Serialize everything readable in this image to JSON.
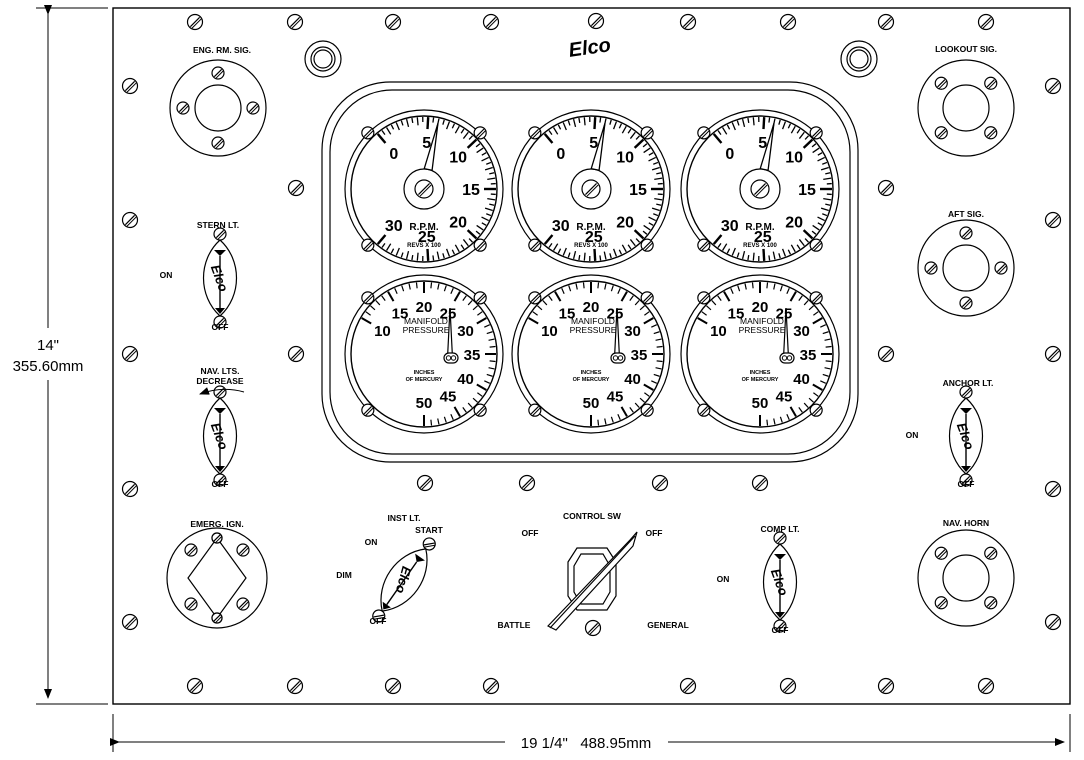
{
  "dimensions": {
    "height_inches": "14\"",
    "height_mm": "355.60mm",
    "width_label": "19 1/4\"   488.95mm"
  },
  "brand": {
    "logo": "Elco"
  },
  "labels": {
    "eng_rm_sig": "ENG. RM. SIG.",
    "lookout_sig": "LOOKOUT SIG.",
    "aft_sig": "AFT SIG.",
    "nav_horn": "NAV. HORN",
    "emerg_ign": "EMERG. IGN.",
    "stern_lt": "STERN LT.",
    "stern_on": "ON",
    "stern_off": "OFF",
    "nav_lts": "NAV. LTS.",
    "nav_decrease": "DECREASE",
    "nav_off": "OFF",
    "anchor_lt": "ANCHOR LT.",
    "anchor_on": "ON",
    "anchor_off": "OFF",
    "inst_lt": "INST LT.",
    "inst_start": "START",
    "inst_on": "ON",
    "inst_dim": "DIM",
    "inst_off": "OFF",
    "control_sw": "CONTROL SW",
    "control_off_left": "OFF",
    "control_off_right": "OFF",
    "control_battle": "BATTLE",
    "control_general": "GENERAL",
    "comp_lt": "COMP LT.",
    "comp_on": "ON",
    "comp_off": "OFF"
  },
  "rpm_gauge": {
    "title": "R.P.M.",
    "subtitle": "REVS X 100",
    "ticks": [
      "0",
      "5",
      "10",
      "15",
      "20",
      "25",
      "30"
    ],
    "readings": [
      6,
      6,
      6
    ]
  },
  "manifold_gauge": {
    "title_line1": "MANIFOLD",
    "title_line2": "PRESSURE",
    "unit_line1": "INCHES",
    "unit_line2": "OF MERCURY",
    "ticks": [
      "10",
      "15",
      "20",
      "25",
      "30",
      "35",
      "40",
      "45",
      "50"
    ],
    "readings": [
      20,
      20,
      20
    ]
  },
  "colors": {
    "ink": "#000000",
    "panel": "#ffffff"
  }
}
